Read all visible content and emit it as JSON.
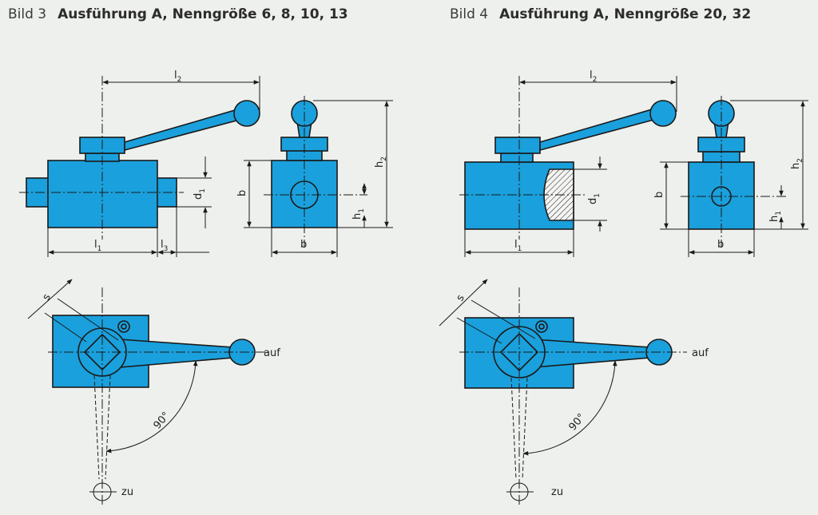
{
  "figure3": {
    "caption_lead": "Bild 3",
    "caption_title": "Ausführung A, Nenngröße 6, 8, 10, 13"
  },
  "figure4": {
    "caption_lead": "Bild 4",
    "caption_title": "Ausführung A, Nenngröße 20, 32"
  },
  "dimension_labels": {
    "l": "l",
    "b": "b",
    "h": "h",
    "d": "d",
    "s": "s",
    "sub1": "1",
    "sub2": "2",
    "sub3": "3"
  },
  "positions": {
    "open": "auf",
    "closed": "zu",
    "angle": "90°"
  },
  "colors": {
    "body_fill": "#1aa0dc",
    "line": "#1a1a1a",
    "background": "#eef0ed"
  }
}
